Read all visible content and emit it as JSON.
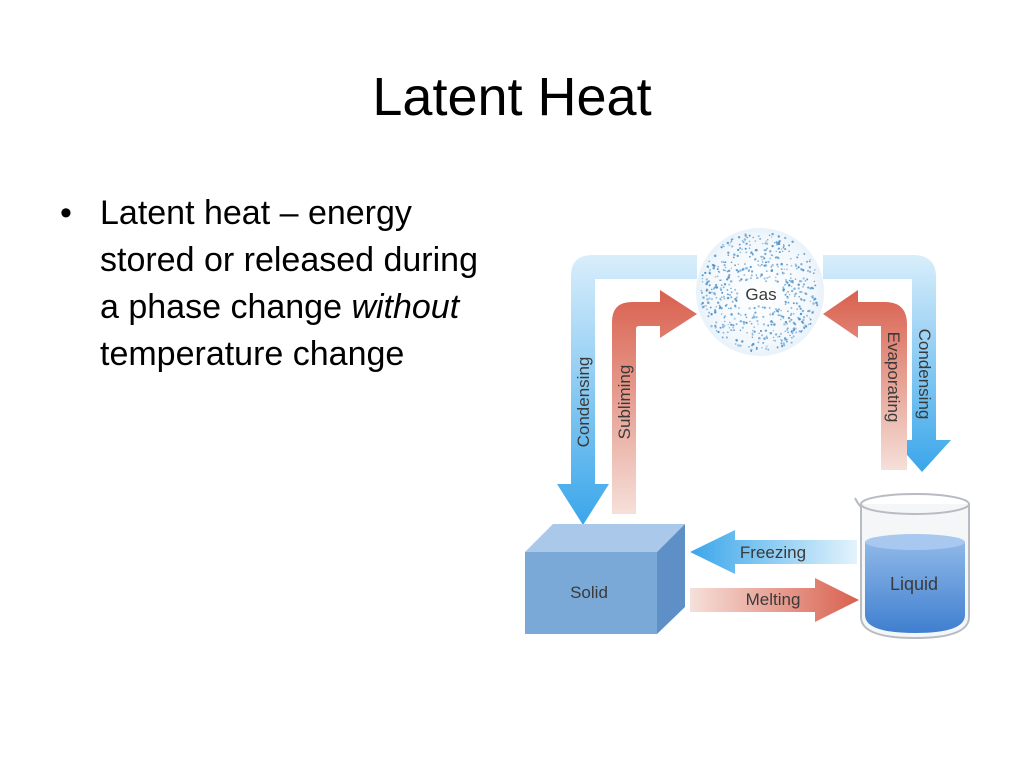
{
  "slide": {
    "title": "Latent Heat",
    "bullet": {
      "lead": "Latent heat – energy stored or released during a phase change ",
      "emphasis": "without",
      "tail": " temperature change"
    }
  },
  "diagram": {
    "states": {
      "gas": "Gas",
      "solid": "Solid",
      "liquid": "Liquid"
    },
    "processes": {
      "condensing_left": "Condensing",
      "subliming": "Subliming",
      "evaporating": "Evaporating",
      "condensing_right": "Condensing",
      "freezing": "Freezing",
      "melting": "Melting"
    },
    "colors": {
      "release_arrow": "#4aaee8",
      "absorb_arrow": "#d9705f",
      "solid_block": "#7aa9d8",
      "liquid": "#5b93d6",
      "gas_particles": "#4a8fc8"
    }
  }
}
